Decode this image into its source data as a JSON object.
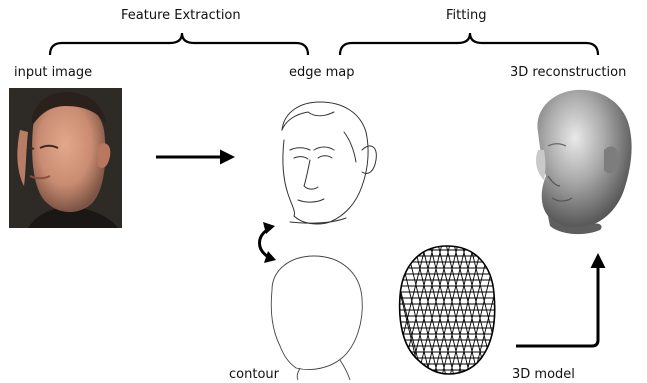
{
  "stages": {
    "feature_extraction": "Feature Extraction",
    "fitting": "Fitting"
  },
  "labels": {
    "input_image": "input image",
    "edge_map": "edge map",
    "reconstruction": "3D reconstruction",
    "contour": "contour",
    "model": "3D model"
  },
  "colors": {
    "background": "#ffffff",
    "photo_bg": "#2e2b27",
    "skin": "#c98c72",
    "hair": "#2a211c",
    "shaded_head": "#8e8e8e",
    "ink": "#000000"
  }
}
